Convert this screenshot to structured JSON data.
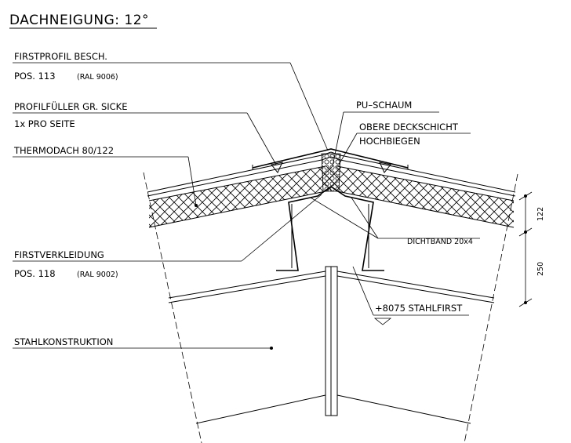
{
  "title": "DACHNEIGUNG: 12°",
  "labels": {
    "firstprofil": "FIRSTPROFIL BESCH.",
    "pos113": "POS. 113",
    "ral9006": "(RAL 9006)",
    "profilfueller": "PROFILFÜLLER GR. SICKE",
    "pro_seite": "1x PRO SEITE",
    "thermodach": "THERMODACH 80/122",
    "pu_schaum": "PU–SCHAUM",
    "obere_deckschicht": "OBERE DECKSCHICHT",
    "hochbiegen": "HOCHBIEGEN",
    "dichtband": "DICHTBAND 20x4",
    "firstverkleidung": "FIRSTVERKLEIDUNG",
    "pos118": "POS. 118",
    "ral9002": "(RAL 9002)",
    "stahlfirst": "+8075 STAHLFIRST",
    "stahlkonstruktion": "STAHLKONSTRUKTION"
  },
  "dimensions": {
    "upper": "122",
    "lower": "250"
  }
}
